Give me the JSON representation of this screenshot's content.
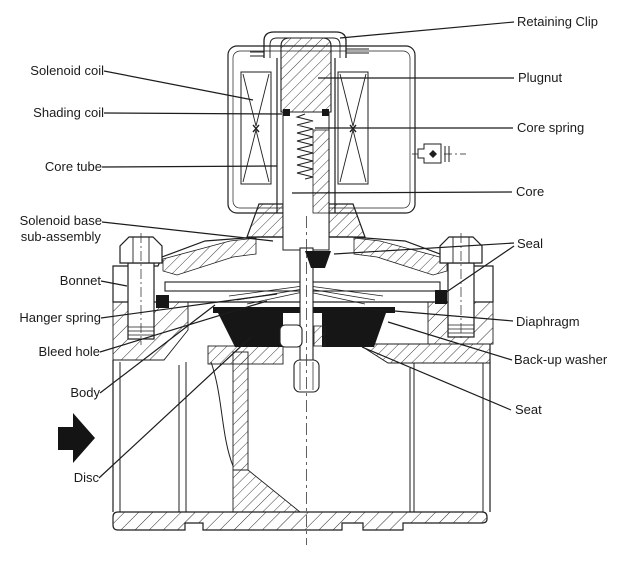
{
  "colors": {
    "ink": "#1f1f1f",
    "rubber_black": "#161616",
    "background": "#ffffff"
  },
  "labels": {
    "left": [
      {
        "text": "Solenoid coil"
      },
      {
        "text": "Shading coil"
      },
      {
        "text": "Core tube"
      },
      {
        "text": "Solenoid base\nsub-assembly"
      },
      {
        "text": "Bonnet"
      },
      {
        "text": "Hanger spring"
      },
      {
        "text": "Bleed hole"
      },
      {
        "text": "Body"
      },
      {
        "text": "Disc"
      }
    ],
    "right": [
      {
        "text": "Retaining Clip"
      },
      {
        "text": "Plugnut"
      },
      {
        "text": "Core spring"
      },
      {
        "text": "Core"
      },
      {
        "text": "Seal"
      },
      {
        "text": "Diaphragm"
      },
      {
        "text": "Back-up washer"
      },
      {
        "text": "Seat"
      }
    ]
  }
}
